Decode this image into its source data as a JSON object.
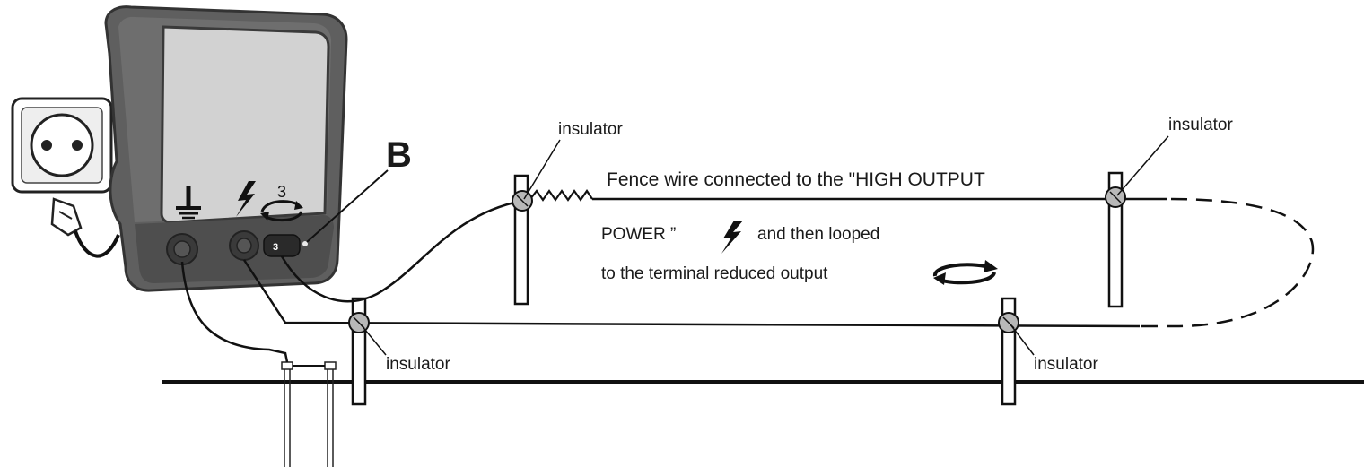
{
  "labels": {
    "callout_b": "B",
    "insulator_top_left": "insulator",
    "insulator_top_right": "insulator",
    "insulator_bottom_left": "insulator",
    "insulator_bottom_right": "insulator",
    "description_line1": "Fence wire connected to the \"HIGH OUTPUT",
    "description_line2_a": "POWER ”",
    "description_line2_b": "and then looped",
    "description_line3": "to the terminal reduced output"
  },
  "energizer": {
    "panel_symbol_number": "3",
    "terminal_number": "3"
  },
  "icons": {
    "ground_symbol": "ground-icon",
    "high_output": "lightning-bolt-icon",
    "reduced_output": "loop-arrow-icon",
    "socket": "power-socket-icon",
    "plug": "power-plug-icon"
  },
  "colors": {
    "line": "#111111",
    "device_body": "#5f5f5f",
    "device_panel": "#d2d2d2",
    "insulator": "#b8b8b8"
  }
}
